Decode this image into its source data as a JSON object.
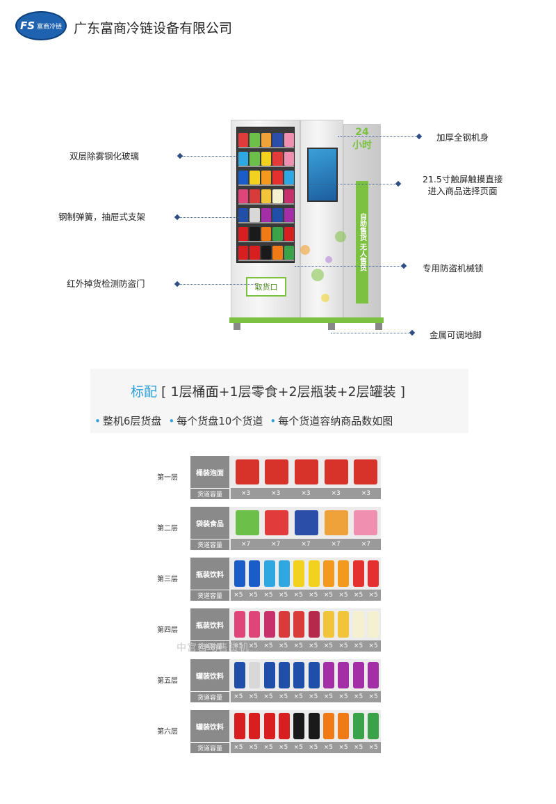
{
  "header": {
    "logo_text": "FS",
    "logo_sub": "富商冷链",
    "company": "广东富商冷链设备有限公司"
  },
  "machine": {
    "badge": "24\n小时",
    "strip_text": "自助售货 无人售货",
    "pickup_label": "取货口"
  },
  "callouts": [
    {
      "text": "双层除雾钢化玻璃"
    },
    {
      "text": "钢制弹簧，抽屉式支架"
    },
    {
      "text": "红外掉货检测防盗门"
    },
    {
      "text": "加厚全钢机身"
    },
    {
      "text": "21.5寸触屏触摸直接\n进入商品选择页面"
    },
    {
      "text": "专用防盗机械锁"
    },
    {
      "text": "金属可调地脚"
    }
  ],
  "config": {
    "title_hl": "标配",
    "title_rest": " [ 1层桶面+1层零食+2层瓶装+2层罐装 ]",
    "bullets": [
      "整机6层货盘",
      "每个货盘10个货道",
      "每个货道容纳商品数如图"
    ]
  },
  "layers": [
    {
      "name": "第一层",
      "category": "桶装泡面",
      "cap_label": "货道容量",
      "counts": [
        "×3",
        "×3",
        "×3",
        "×3",
        "×3"
      ],
      "colors": [
        "#d8332a",
        "#d8332a",
        "#d8332a",
        "#d8332a",
        "#d8332a"
      ]
    },
    {
      "name": "第二层",
      "category": "袋装食品",
      "cap_label": "货道容量",
      "counts": [
        "×7",
        "×7",
        "×7",
        "×7",
        "×7"
      ],
      "colors": [
        "#6cc04a",
        "#e23b3b",
        "#2b4fa8",
        "#f0a23a",
        "#f08fb0"
      ]
    },
    {
      "name": "第三层",
      "category": "瓶装饮料",
      "cap_label": "货道容量",
      "counts": [
        "×5",
        "×5",
        "×5",
        "×5",
        "×5",
        "×5",
        "×5",
        "×5",
        "×5",
        "×5"
      ],
      "colors": [
        "#1a5cc8",
        "#1a5cc8",
        "#2fa7e0",
        "#2fa7e0",
        "#f2d21f",
        "#f2d21f",
        "#f39a1e",
        "#f39a1e",
        "#e53030",
        "#e53030"
      ]
    },
    {
      "name": "第四层",
      "category": "瓶装饮料",
      "cap_label": "货道容量",
      "counts": [
        "×5",
        "×5",
        "×5",
        "×5",
        "×5",
        "×5",
        "×5",
        "×5",
        "×5",
        "×5"
      ],
      "colors": [
        "#e0457a",
        "#e0457a",
        "#c8306b",
        "#d93a3a",
        "#d93a3a",
        "#b52a4a",
        "#f2c43a",
        "#f2c43a",
        "#f5f0d0",
        "#f5f0d0"
      ]
    },
    {
      "name": "第五层",
      "category": "罐装饮料",
      "cap_label": "货道容量",
      "counts": [
        "×5",
        "×5",
        "×5",
        "×5",
        "×5",
        "×5",
        "×5",
        "×5",
        "×5",
        "×5"
      ],
      "colors": [
        "#1f4fa8",
        "#d8d8d8",
        "#1f4fa8",
        "#1f4fa8",
        "#1f4fa8",
        "#1f4fa8",
        "#a42ea6",
        "#a42ea6",
        "#a42ea6",
        "#a42ea6"
      ]
    },
    {
      "name": "第六层",
      "category": "罐装饮料",
      "cap_label": "货道容量",
      "counts": [
        "×5",
        "×5",
        "×5",
        "×5",
        "×5",
        "×5",
        "×5",
        "×5",
        "×5",
        "×5"
      ],
      "colors": [
        "#d81e1e",
        "#d81e1e",
        "#d81e1e",
        "#d81e1e",
        "#1a1a1a",
        "#1a1a1a",
        "#f07a16",
        "#f07a16",
        "#3aa34a",
        "#3aa34a"
      ]
    }
  ],
  "watermark": "中宫自动售货机"
}
